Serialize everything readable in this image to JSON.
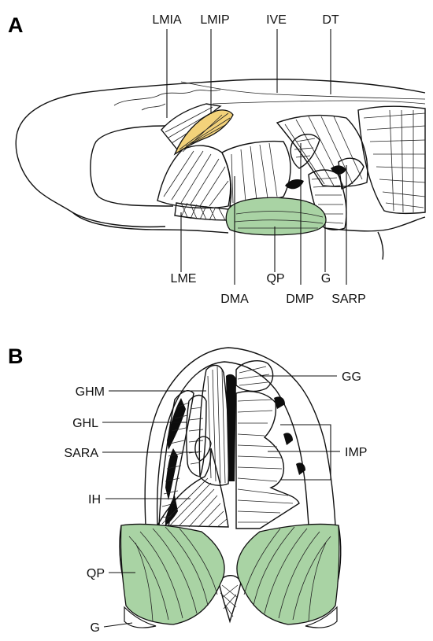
{
  "panels": {
    "a": {
      "letter": "A",
      "labels": {
        "lmia": "LMIA",
        "lmip": "LMIP",
        "ive": "IVE",
        "dt": "DT",
        "lme": "LME",
        "dma": "DMA",
        "qp": "QP",
        "dmp": "DMP",
        "g": "G",
        "sarp": "SARP"
      }
    },
    "b": {
      "letter": "B",
      "labels": {
        "ghm": "GHM",
        "ghl": "GHL",
        "sara": "SARA",
        "ih": "IH",
        "qp": "QP",
        "g": "G",
        "gg": "GG",
        "imp": "IMP"
      }
    }
  },
  "colors": {
    "highlight_green": "#a9d3a4",
    "highlight_yellow": "#f3d27a",
    "ink": "#111111"
  }
}
